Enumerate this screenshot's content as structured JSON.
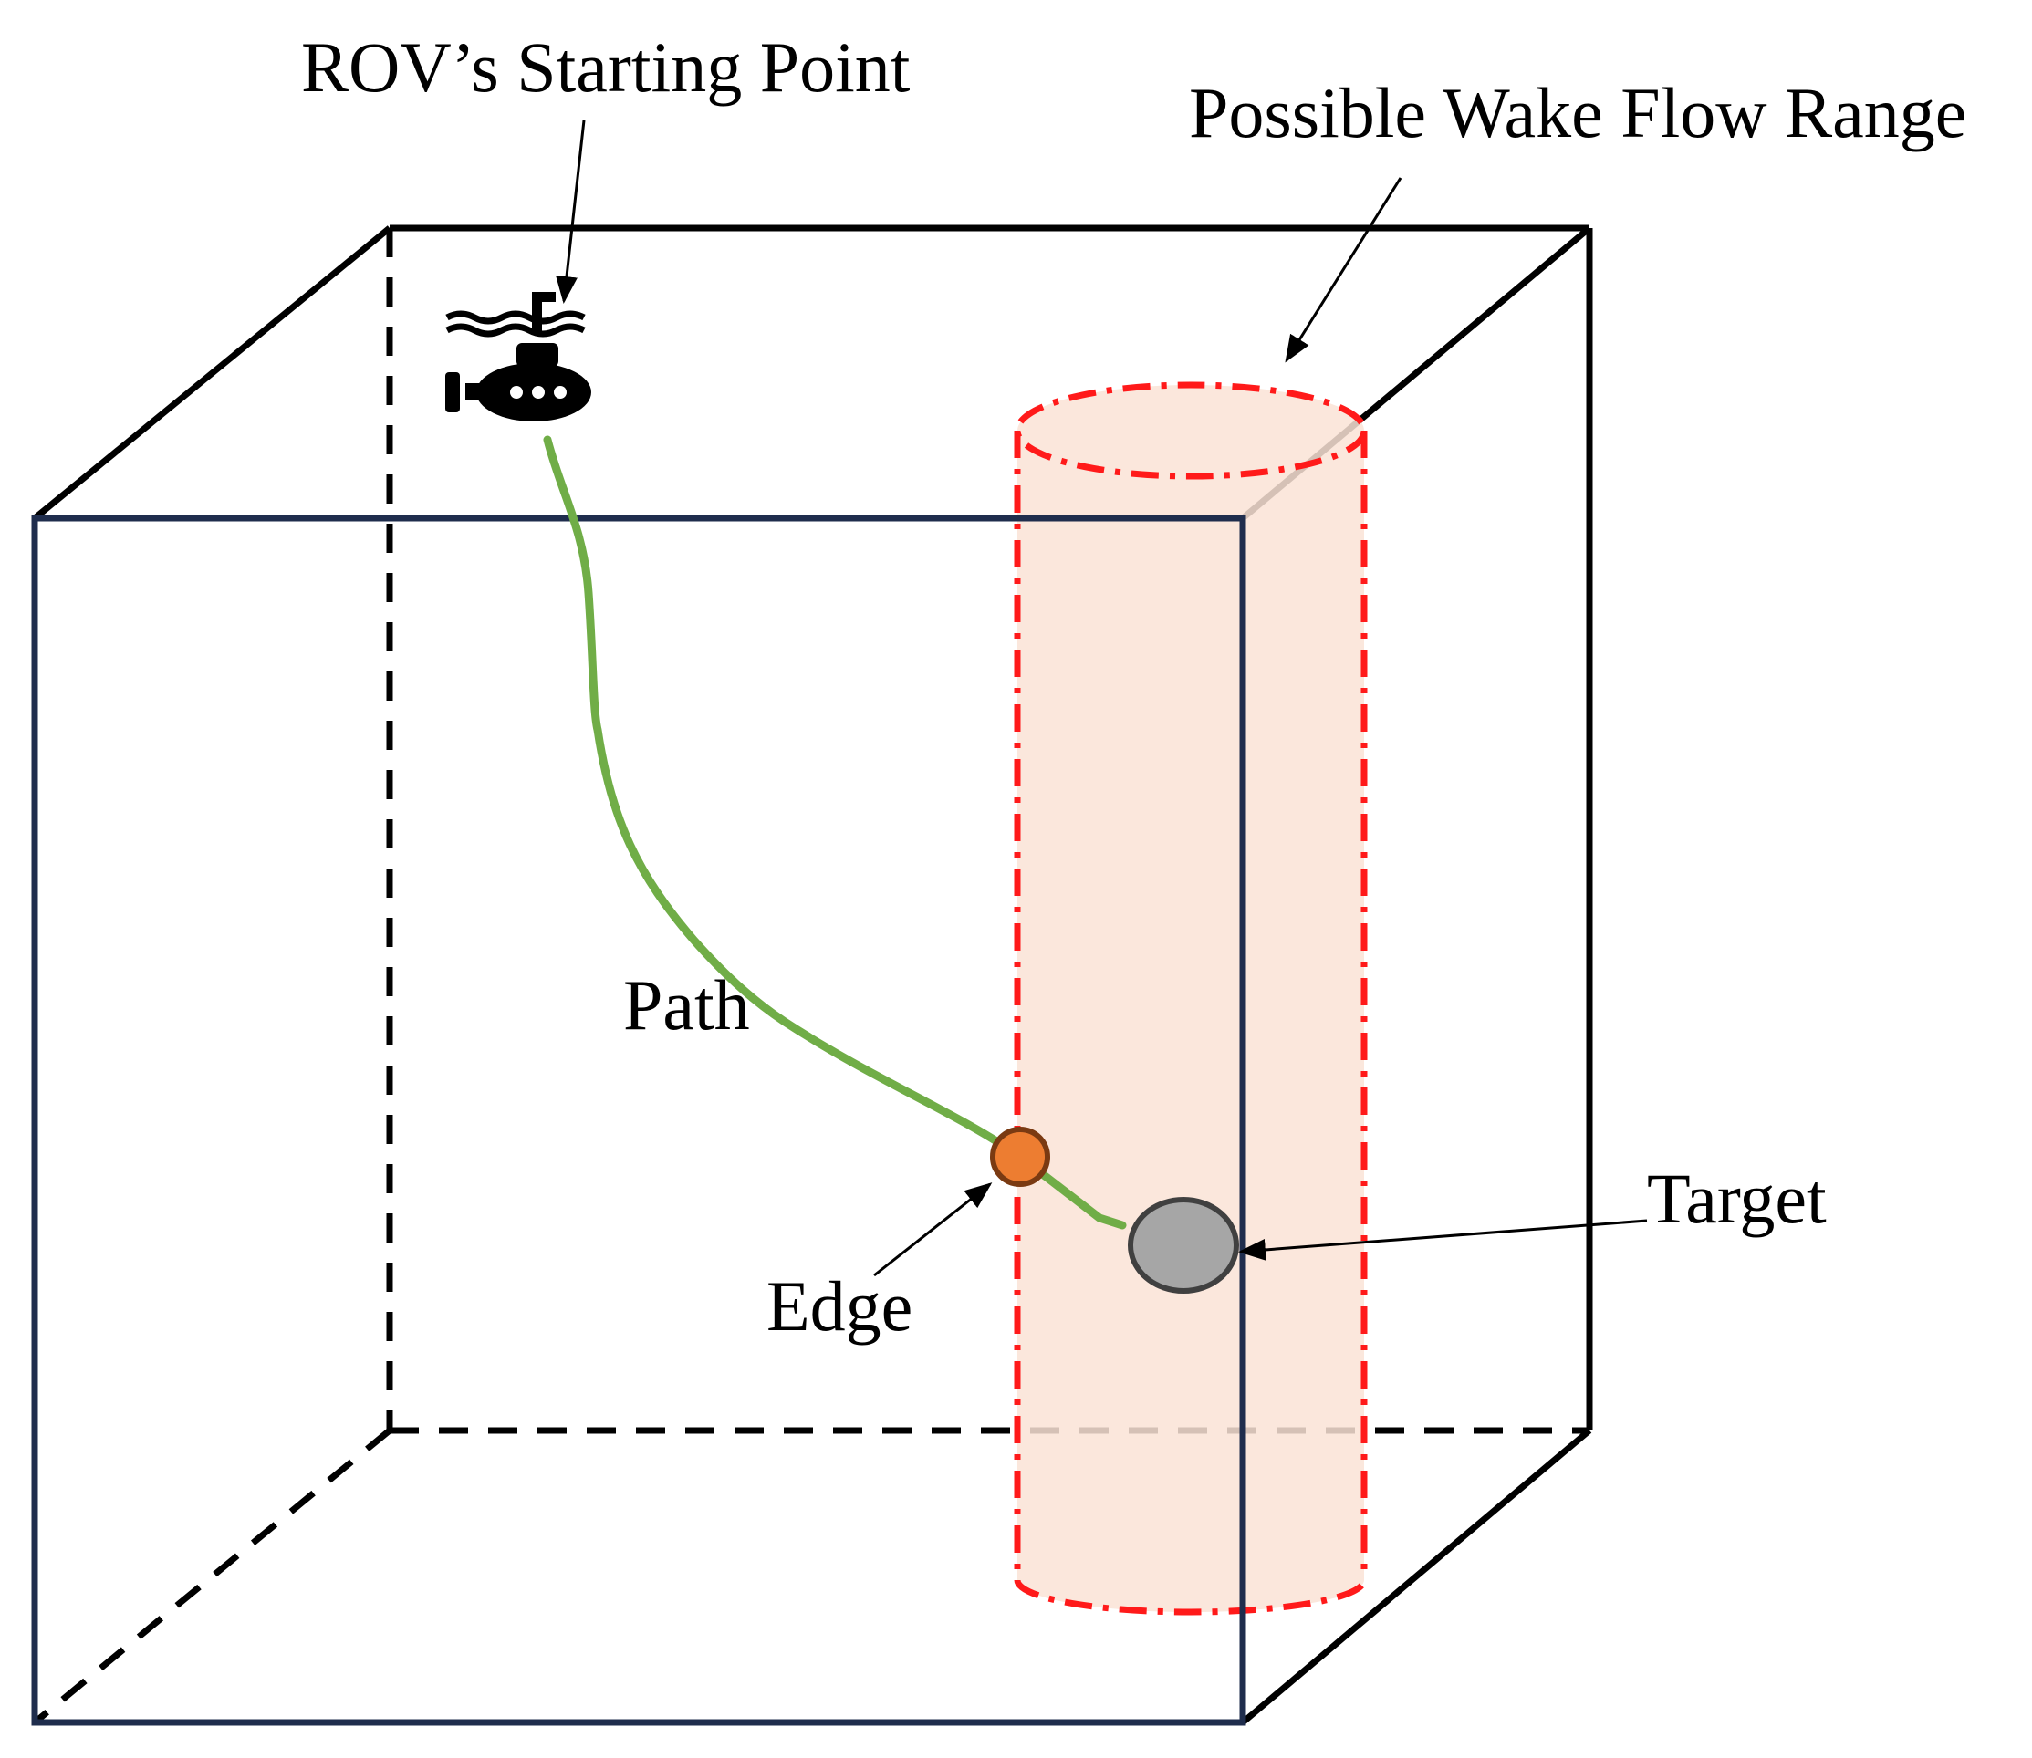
{
  "labels": {
    "start": "ROV’s Starting Point",
    "wake": "Possible Wake Flow Range",
    "path": "Path",
    "edge": "Edge",
    "target": "Target"
  },
  "icons": {
    "rov": "submarine-icon"
  },
  "colors": {
    "box_back": "#000000",
    "box_front": "#1f2d4d",
    "wake_fill": "#fae3d6",
    "wake_stroke": "#ff1a1a",
    "path": "#70ad47",
    "edge_fill": "#ed7d31",
    "edge_stroke": "#7a3a12",
    "target_fill": "#a6a6a6",
    "target_stroke": "#404040"
  }
}
